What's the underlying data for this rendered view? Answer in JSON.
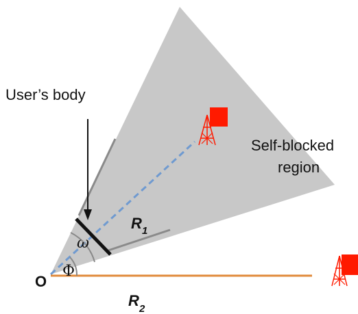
{
  "labels": {
    "users_body": "User’s body",
    "self_blocked_line1": "Self-blocked",
    "self_blocked_line2": "region",
    "r1": "R",
    "r1_sub": "1",
    "r2": "R",
    "r2_sub": "2",
    "origin": "O",
    "omega": "ω",
    "phi": "Φ"
  },
  "colors": {
    "region": "#c8c8c8",
    "tower": "#ff1a00",
    "r1_line": "#6f9ad0",
    "r2_line": "#e0893a",
    "body": "#111111",
    "edges": "#8a8a8a"
  }
}
